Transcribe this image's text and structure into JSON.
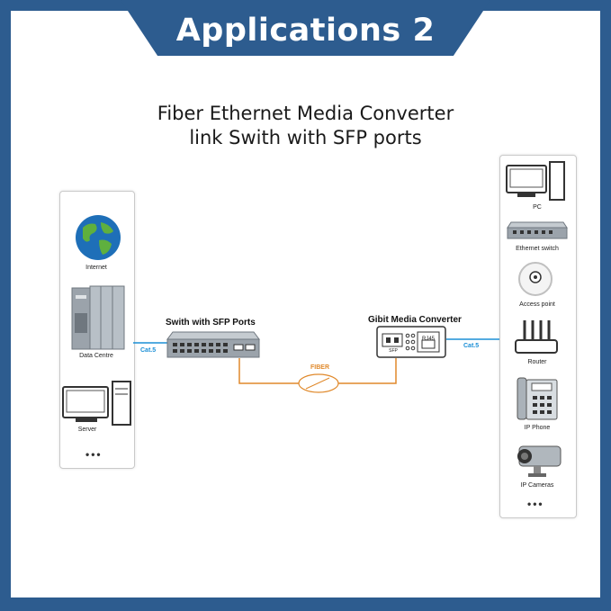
{
  "header": {
    "title": "Applications 2"
  },
  "headline": {
    "line1": "Fiber Ethernet Media Converter",
    "line2": "link Swith with SFP ports"
  },
  "left_panel": {
    "items": [
      {
        "label": "Internet",
        "icon": "globe-icon"
      },
      {
        "label": "Data Centre",
        "icon": "server-rack-icon"
      },
      {
        "label": "Server",
        "icon": "desktop-computer-icon"
      }
    ],
    "more": "•••"
  },
  "right_panel": {
    "items": [
      {
        "label": "PC",
        "icon": "pc-icon"
      },
      {
        "label": "Ethernet switch",
        "icon": "ethernet-switch-icon"
      },
      {
        "label": "Access point",
        "icon": "access-point-icon"
      },
      {
        "label": "Router",
        "icon": "router-icon"
      },
      {
        "label": "IP Phone",
        "icon": "ip-phone-icon"
      },
      {
        "label": "IP Cameras",
        "icon": "ip-camera-icon"
      }
    ],
    "more": "•••"
  },
  "switch": {
    "title": "Swith with SFP Ports"
  },
  "converter": {
    "title": "Gibit Media Converter",
    "port_rj45": "RJ45",
    "port_sfp": "SFP"
  },
  "links": {
    "left_cable": "Cat.5",
    "right_cable": "Cat.5",
    "fiber": "FIBER"
  },
  "colors": {
    "background": "#2d5c8f",
    "fiber": "#e0892b",
    "ethernet": "#1b8fd6"
  }
}
